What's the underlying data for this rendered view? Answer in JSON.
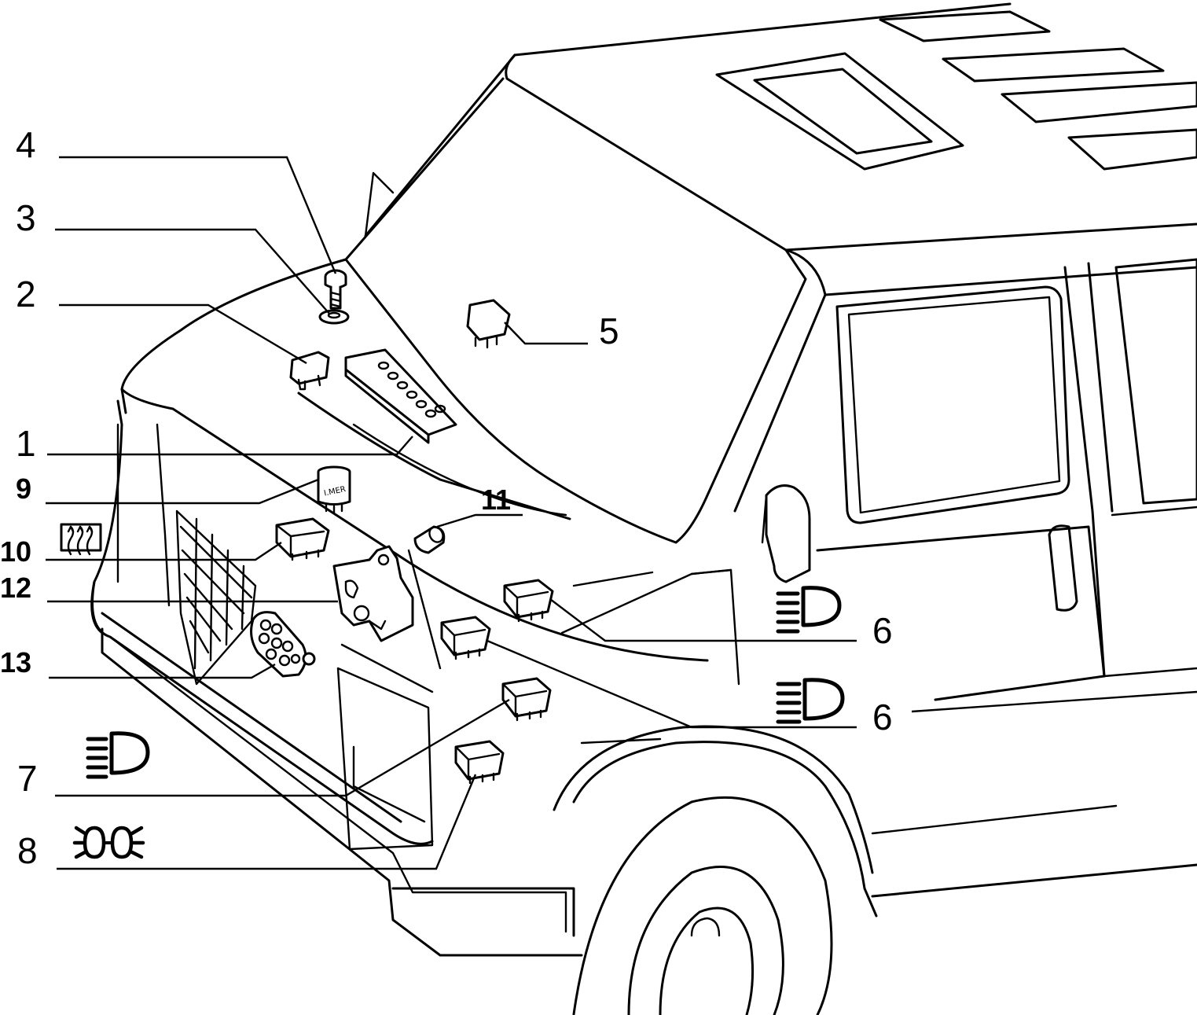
{
  "diagram": {
    "callouts": [
      {
        "id": "4",
        "text": "4"
      },
      {
        "id": "3",
        "text": "3"
      },
      {
        "id": "2",
        "text": "2"
      },
      {
        "id": "5",
        "text": "5"
      },
      {
        "id": "1",
        "text": "1"
      },
      {
        "id": "9",
        "text": "9"
      },
      {
        "id": "11",
        "text": "11"
      },
      {
        "id": "10",
        "text": "10"
      },
      {
        "id": "12",
        "text": "12"
      },
      {
        "id": "6a",
        "text": "6"
      },
      {
        "id": "13",
        "text": "13"
      },
      {
        "id": "6b",
        "text": "6"
      },
      {
        "id": "7",
        "text": "7"
      },
      {
        "id": "8",
        "text": "8"
      }
    ],
    "symbols": {
      "rear_defrost": "rear-window-defrost-icon",
      "high_beam": "high-beam-icon",
      "fog_lights": "fog-light-icon"
    }
  }
}
